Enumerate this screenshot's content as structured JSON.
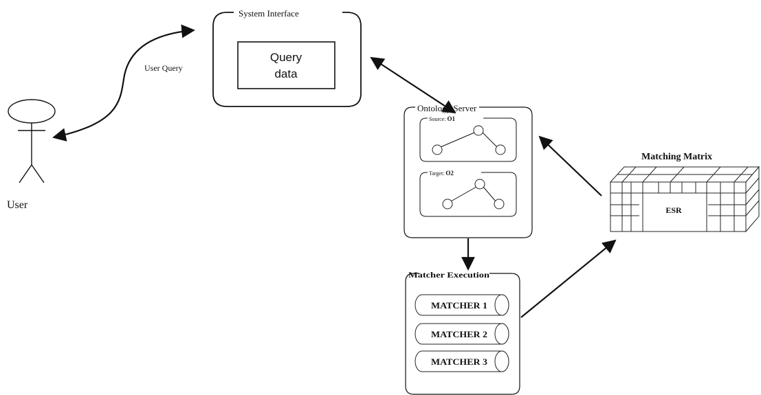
{
  "actor": {
    "label": "User"
  },
  "user_query": {
    "label": "User Query"
  },
  "system_interface": {
    "title": "System Interface",
    "inner_line1": "Query",
    "inner_line2": "data"
  },
  "ontology_server": {
    "title": "Ontology Server",
    "source_prefix": "Source:",
    "source_id": "O1",
    "target_prefix": "Target:",
    "target_id": "O2"
  },
  "matching_matrix": {
    "title": "Matching Matrix",
    "center_label": "ESR"
  },
  "matcher_execution": {
    "title": "Matcher Execution",
    "matchers": [
      "MATCHER 1",
      "MATCHER 2",
      "MATCHER 3"
    ]
  }
}
